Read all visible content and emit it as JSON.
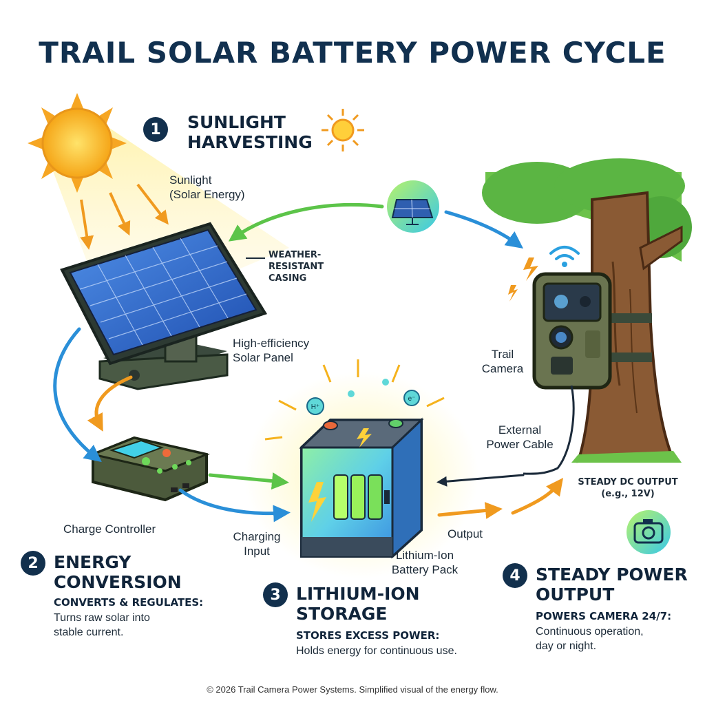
{
  "title": "TRAIL SOLAR BATTERY POWER CYCLE",
  "steps": [
    {
      "num": "1",
      "heading_line1": "SUNLIGHT",
      "heading_line2": "HARVESTING"
    },
    {
      "num": "2",
      "heading_line1": "ENERGY",
      "heading_line2": "CONVERSION",
      "sub": "CONVERTS & REGULATES:",
      "body_line1": "Turns raw solar into",
      "body_line2": "stable current."
    },
    {
      "num": "3",
      "heading_line1": "LITHIUM-ION",
      "heading_line2": "STORAGE",
      "sub": "STORES EXCESS POWER:",
      "body_line1": "Holds energy for continuous use."
    },
    {
      "num": "4",
      "heading_line1": "STEADY POWER",
      "heading_line2": "OUTPUT",
      "sub": "POWERS CAMERA 24/7:",
      "body_line1": "Continuous operation,",
      "body_line2": "day or night."
    }
  ],
  "labels": {
    "sunlight_line1": "Sunlight",
    "sunlight_line2": "(Solar Energy)",
    "weather_line1": "WEATHER-",
    "weather_line2": "RESISTANT",
    "weather_line3": "CASING",
    "panel_line1": "High-efficiency",
    "panel_line2": "Solar Panel",
    "controller": "Charge Controller",
    "charging_line1": "Charging",
    "charging_line2": "Input",
    "battery_line1": "Lithium-Ion",
    "battery_line2": "Battery Pack",
    "output": "Output",
    "camera_line1": "Trail",
    "camera_line2": "Camera",
    "cable_line1": "External",
    "cable_line2": "Power Cable",
    "dc_line1": "STEADY DC OUTPUT",
    "dc_line2": "(e.g., 12V)",
    "bubble1": "H⁺",
    "bubble2": "e⁻"
  },
  "footer": "© 2026 Trail Camera Power Systems. Simplified visual of the energy flow.",
  "colors": {
    "title": "#11304f",
    "accent_blue": "#2a8fd8",
    "accent_orange": "#f09a1f",
    "accent_green": "#3fb84a",
    "sun": "#f7b924"
  },
  "icons": [
    "sun-icon",
    "solar-panel-icon",
    "wifi-icon",
    "camera-icon",
    "lightning-icon"
  ]
}
